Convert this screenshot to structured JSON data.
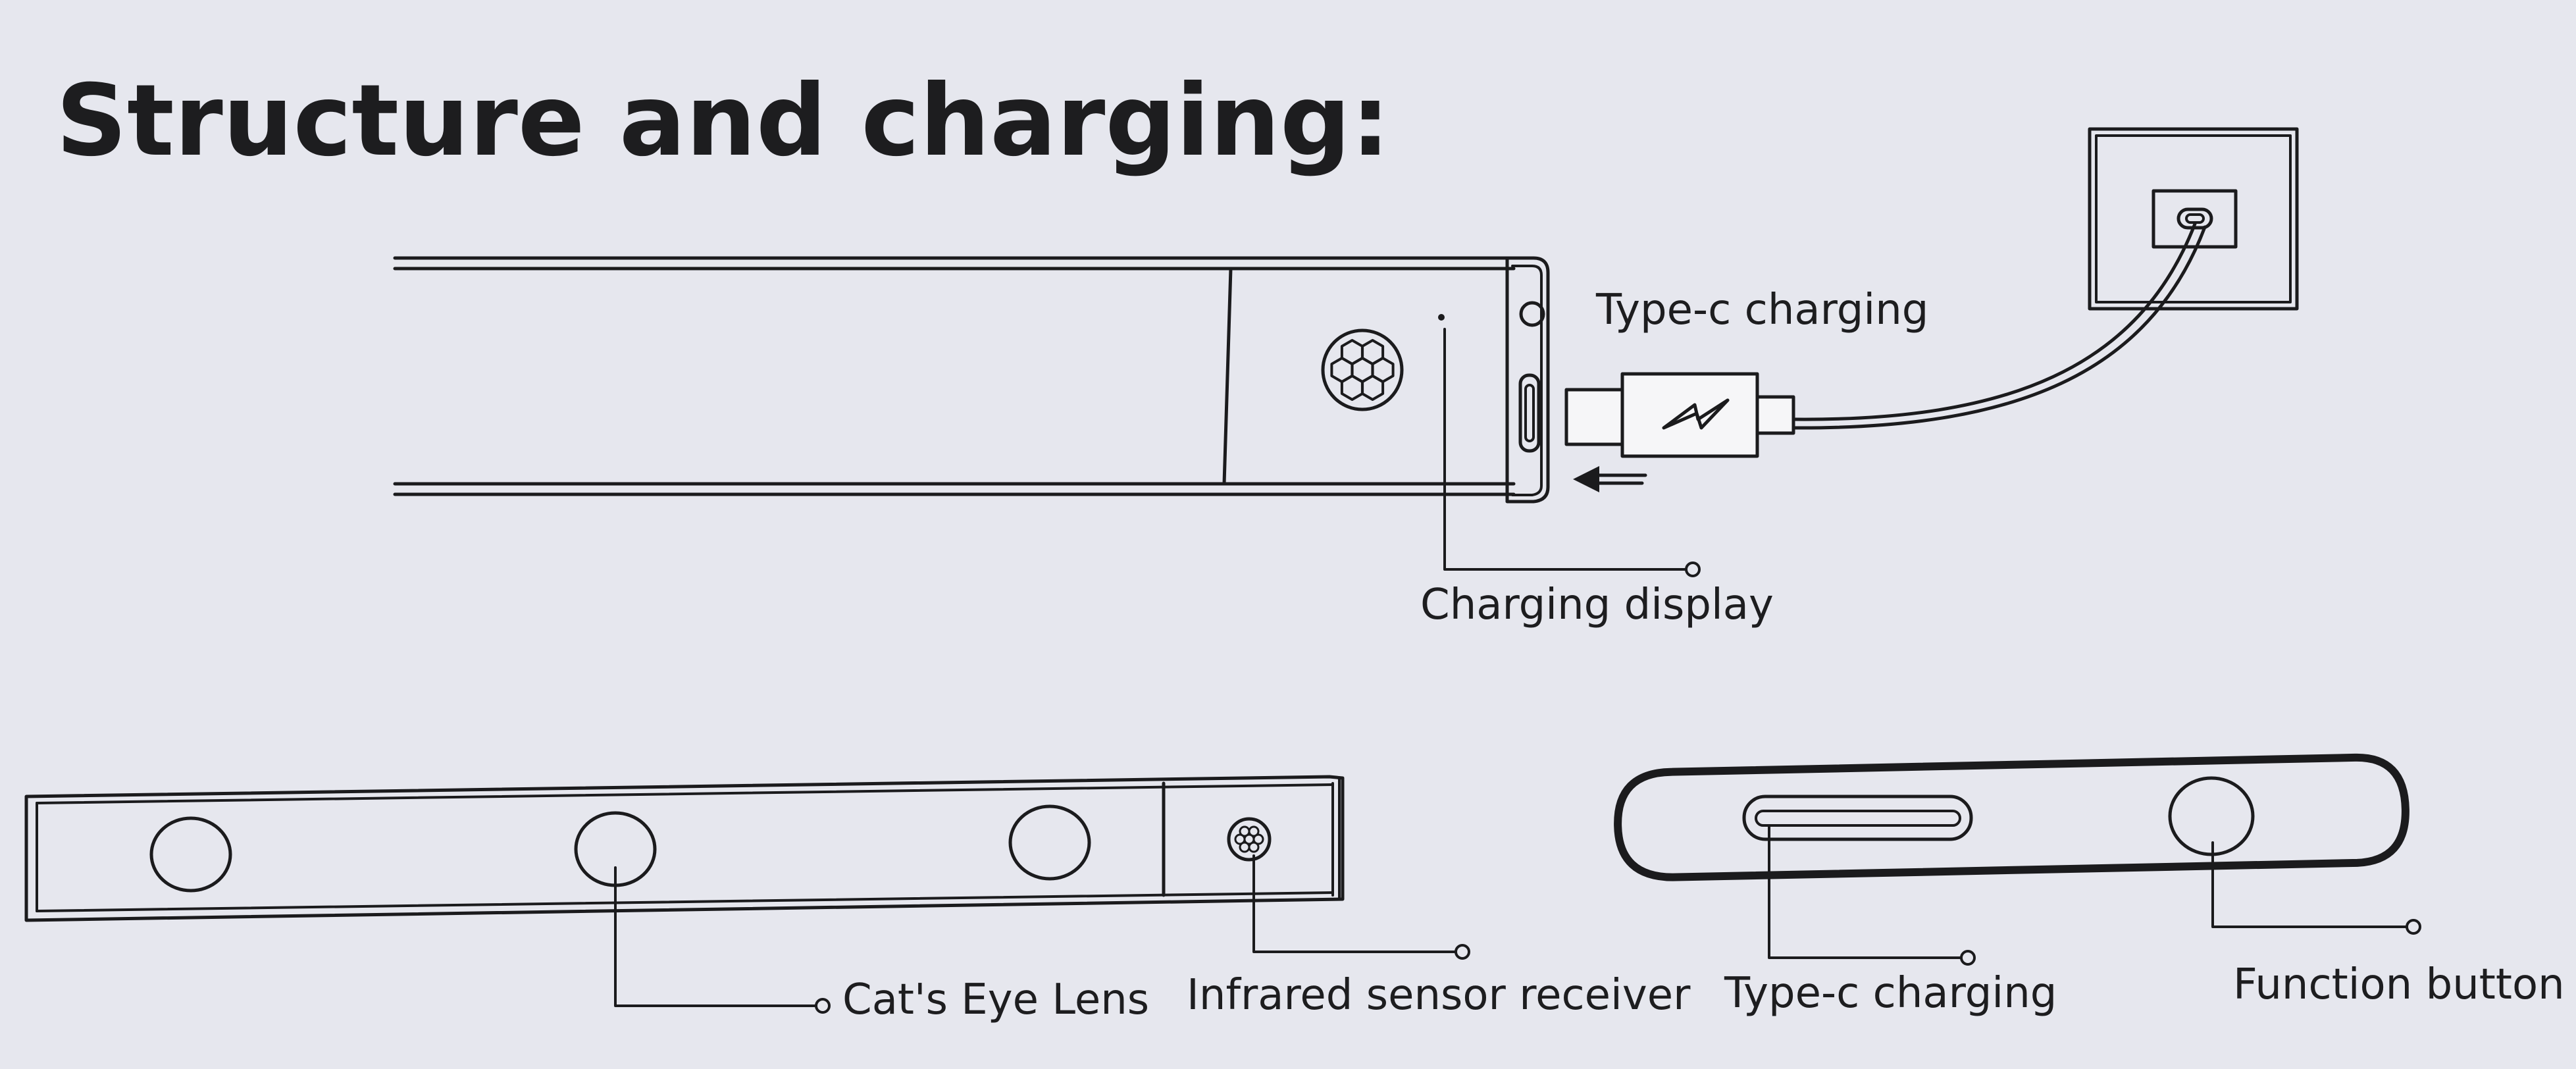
{
  "title": "Structure and charging:",
  "labels": {
    "type_c_top": "Type-c charging",
    "charging_display": "Charging display",
    "cats_eye_lens": "Cat's Eye Lens",
    "infrared_sensor": "Infrared sensor receiver",
    "type_c_bottom": "Type-c charging",
    "function_button": "Function button"
  },
  "icons": {
    "sensor": "hexagon-grid-sensor-icon",
    "cable": "lightning-bolt-icon",
    "socket": "usb-wall-socket-icon",
    "arrow": "left-arrow-icon"
  }
}
